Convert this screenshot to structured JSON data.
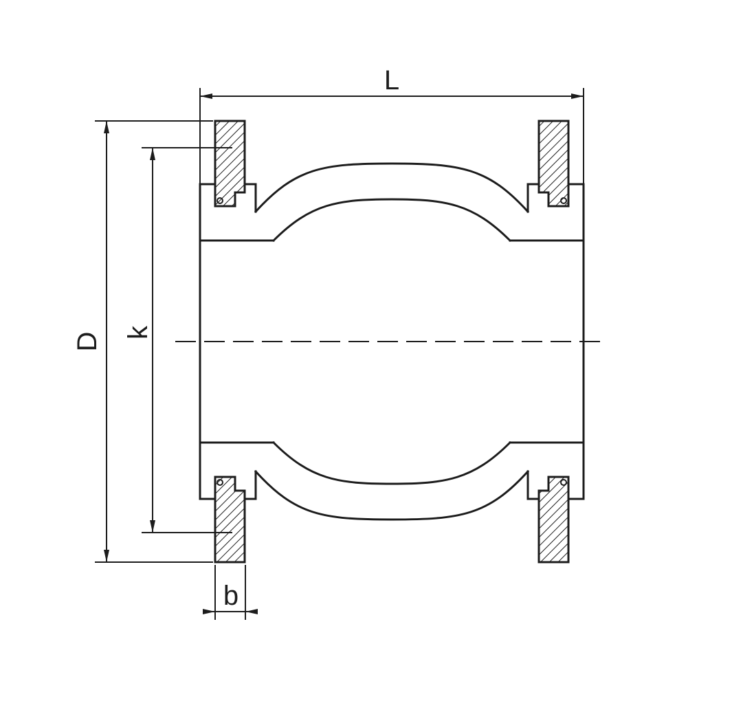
{
  "drawing": {
    "dimensions": {
      "length_label": "L",
      "outer_diameter_label": "D",
      "bolt_circle_label": "k",
      "flange_width_label": "b"
    },
    "colors": {
      "line": "#1c1c1c",
      "background": "#ffffff"
    }
  }
}
